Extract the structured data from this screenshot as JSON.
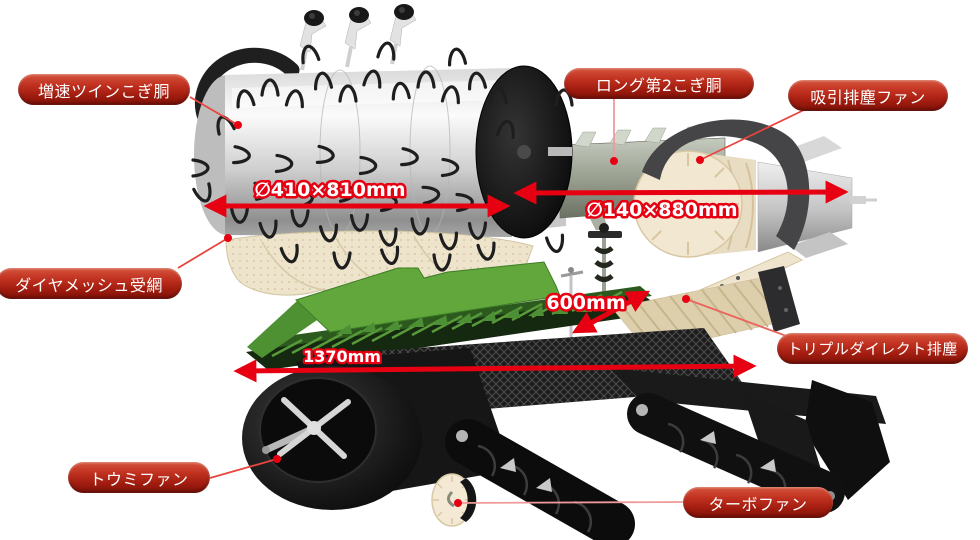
{
  "callouts": [
    {
      "id": "twin-drum",
      "text": "増速ツインこぎ胴"
    },
    {
      "id": "long-second-drum",
      "text": "ロング第2こぎ胴"
    },
    {
      "id": "suction-fan",
      "text": "吸引排塵ファン"
    },
    {
      "id": "mesh-concave",
      "text": "ダイヤメッシュ受網"
    },
    {
      "id": "triple-direct-exhaust",
      "text": "トリプルダイレクト排塵"
    },
    {
      "id": "winnowing-fan",
      "text": "トウミファン"
    },
    {
      "id": "turbo-fan",
      "text": "ターボファン"
    }
  ],
  "dimensions": {
    "main_drum": "∅410×810mm",
    "second_drum": "∅140×880mm",
    "sieve_depth": "600mm",
    "overall_width": "1370mm"
  },
  "colors": {
    "accent_red": "#e60012",
    "callout_gradient_top": "#d5543c",
    "callout_gradient_bottom": "#7f1108",
    "callout_text": "#ffffff",
    "background": "#ffffff"
  }
}
